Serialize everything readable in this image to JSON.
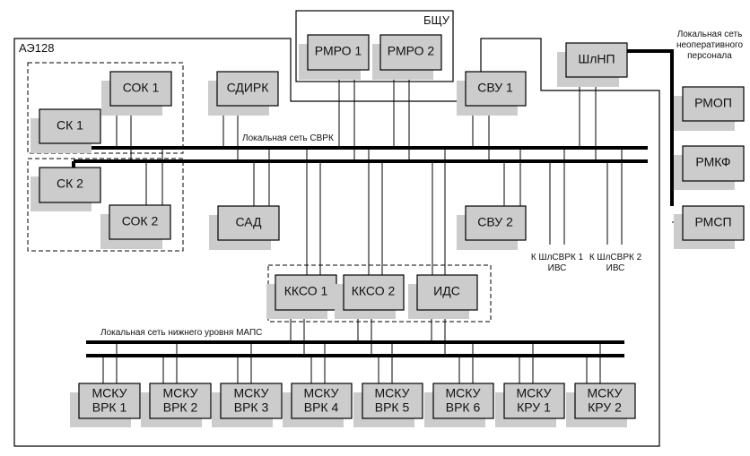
{
  "diagram": {
    "frames": {
      "main_label": "АЭ128",
      "control_room_label": "БЩУ"
    },
    "networks": {
      "svrk": "Локальная сеть СВРК",
      "maps": "Локальная сеть нижнего уровня МАПС",
      "nonoperative": [
        "Локальная сеть",
        "неоперативного",
        "персонала"
      ]
    },
    "external_links": [
      {
        "line1": "К ШлСВРК 1",
        "line2": "ИВС"
      },
      {
        "line1": "К ШлСВРК 2",
        "line2": "ИВС"
      }
    ],
    "nodes": {
      "sok1": "СОК 1",
      "sk1": "СК 1",
      "sk2": "СК 2",
      "sok2": "СОК 2",
      "sdirk": "СДИРК",
      "sad": "САД",
      "rmro1": "РМРО 1",
      "rmro2": "РМРО 2",
      "svu1": "СВУ 1",
      "svu2": "СВУ 2",
      "shlnp": "ШлНП",
      "rmop": "РМОП",
      "rmkf": "РМКФ",
      "rmsp": "РМСП",
      "kkso1": "ККСО 1",
      "kkso2": "ККСО 2",
      "ids": "ИДС"
    },
    "msku": [
      {
        "line1": "МСКУ",
        "line2": "ВРК 1"
      },
      {
        "line1": "МСКУ",
        "line2": "ВРК 2"
      },
      {
        "line1": "МСКУ",
        "line2": "ВРК 3"
      },
      {
        "line1": "МСКУ",
        "line2": "ВРК 4"
      },
      {
        "line1": "МСКУ",
        "line2": "ВРК 5"
      },
      {
        "line1": "МСКУ",
        "line2": "ВРК 6"
      },
      {
        "line1": "МСКУ",
        "line2": "КРУ 1"
      },
      {
        "line1": "МСКУ",
        "line2": "КРУ 2"
      }
    ]
  }
}
